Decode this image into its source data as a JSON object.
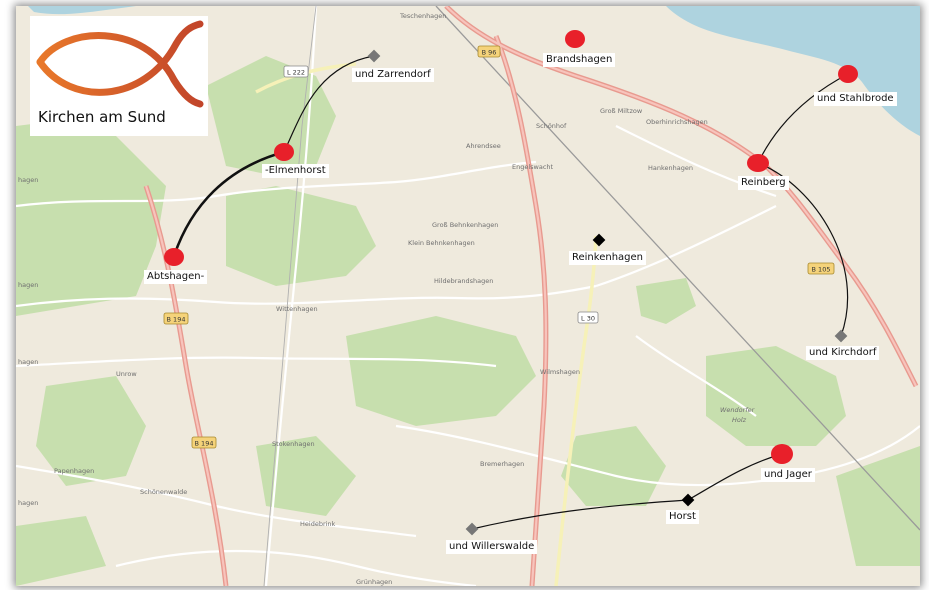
{
  "logo": {
    "text": "Kirchen am Sund",
    "colors": {
      "fish_start": "#e8782a",
      "fish_end": "#c2452a"
    },
    "icon": "ichthys-fish-icon"
  },
  "marker_colors": {
    "church": "#e8202a",
    "diamond": "#000000",
    "gray_diamond": "#777777"
  },
  "route_color": "#111111",
  "towns": [
    {
      "id": "brandshagen",
      "label": "Brandshagen",
      "marker": "circle"
    },
    {
      "id": "und-zarrendorf",
      "label": "und Zarrendorf",
      "marker": "gray-diamond"
    },
    {
      "id": "elmenhorst",
      "label": "-Elmenhorst",
      "marker": "circle"
    },
    {
      "id": "abtshagen",
      "label": "Abtshagen-",
      "marker": "circle"
    },
    {
      "id": "reinkenhagen",
      "label": "Reinkenhagen",
      "marker": "diamond"
    },
    {
      "id": "und-stahlbrode",
      "label": "und Stahlbrode",
      "marker": "circle"
    },
    {
      "id": "reinberg",
      "label": "Reinberg",
      "marker": "circle"
    },
    {
      "id": "und-kirchdorf",
      "label": "und Kirchdorf",
      "marker": "gray-diamond"
    },
    {
      "id": "und-jager",
      "label": "und Jager",
      "marker": "circle"
    },
    {
      "id": "horst",
      "label": "Horst",
      "marker": "diamond"
    },
    {
      "id": "und-willerswalde",
      "label": "und Willerswalde",
      "marker": "gray-diamond"
    }
  ],
  "road_labels": {
    "b96": "B 96",
    "l222": "L 222",
    "b194a": "B 194",
    "b194b": "B 194",
    "b105": "B 105",
    "l30": "L 30"
  },
  "place_labels": {
    "teschenhagen": "Teschenhagen",
    "gross_miltzow": "Groß Miltzow",
    "oberhinrichshagen": "Oberhinrichshagen",
    "schonhof": "Schönhof",
    "ahrendsee": "Ahrendsee",
    "engelswacht": "Engelswacht",
    "hankenhagen": "Hankenhagen",
    "gross_behnkenhagen": "Groß Behnkenhagen",
    "klein_behnkenhagen": "Klein Behnkenhagen",
    "hildebrandshagen": "Hildebrandshagen",
    "wittenhagen": "Wittenhagen",
    "wilmshagen": "Wilmshagen",
    "wendorfer_holz_1": "Wendorfer",
    "wendorfer_holz_2": "Holz",
    "bremerhagen": "Bremerhagen",
    "stokenhagen": "Stokenhagen",
    "papenhagen": "Papenhagen",
    "schonenwalde": "Schönenwalde",
    "heidebrink": "Heidebrink",
    "unrow": "Unrow",
    "hagen_left_1": "hagen",
    "hagen_left_2": "hagen",
    "hagen_left_3": "hagen",
    "hagen_left_4": "hagen",
    "bottom_cut": "Grünhagen"
  }
}
